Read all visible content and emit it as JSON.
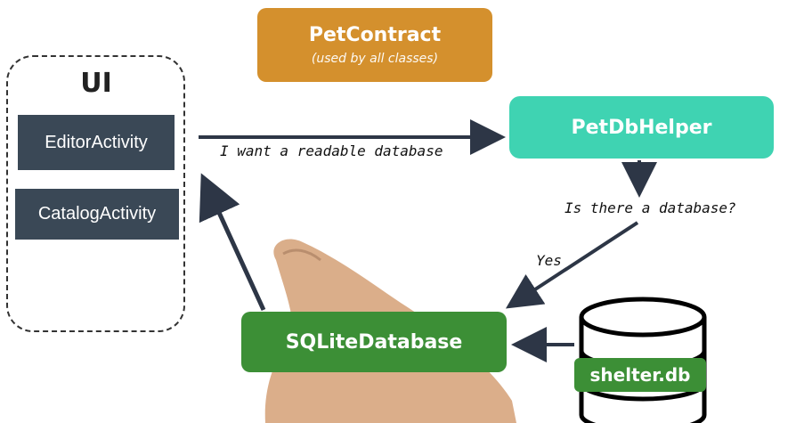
{
  "colors": {
    "petcontract": "#d4902d",
    "activity_bg": "#3a4856",
    "petdbhelper": "#3fd3b2",
    "sqlite": "#3c8f36",
    "shelter": "#3c8f36",
    "arrow": "#2d3646",
    "hand": "#d6a37a"
  },
  "petcontract": {
    "title": "PetContract",
    "subtitle": "(used by all classes)"
  },
  "ui": {
    "title": "UI",
    "activities": [
      "EditorActivity",
      "CatalogActivity"
    ]
  },
  "petdbhelper": {
    "label": "PetDbHelper"
  },
  "sqlite": {
    "label": "SQLiteDatabase"
  },
  "database": {
    "label": "shelter.db",
    "icon": "database-cylinder-icon"
  },
  "edges": {
    "ui_to_helper": "I want a readable database",
    "helper_check": "Is there a database?",
    "yes": "Yes"
  }
}
